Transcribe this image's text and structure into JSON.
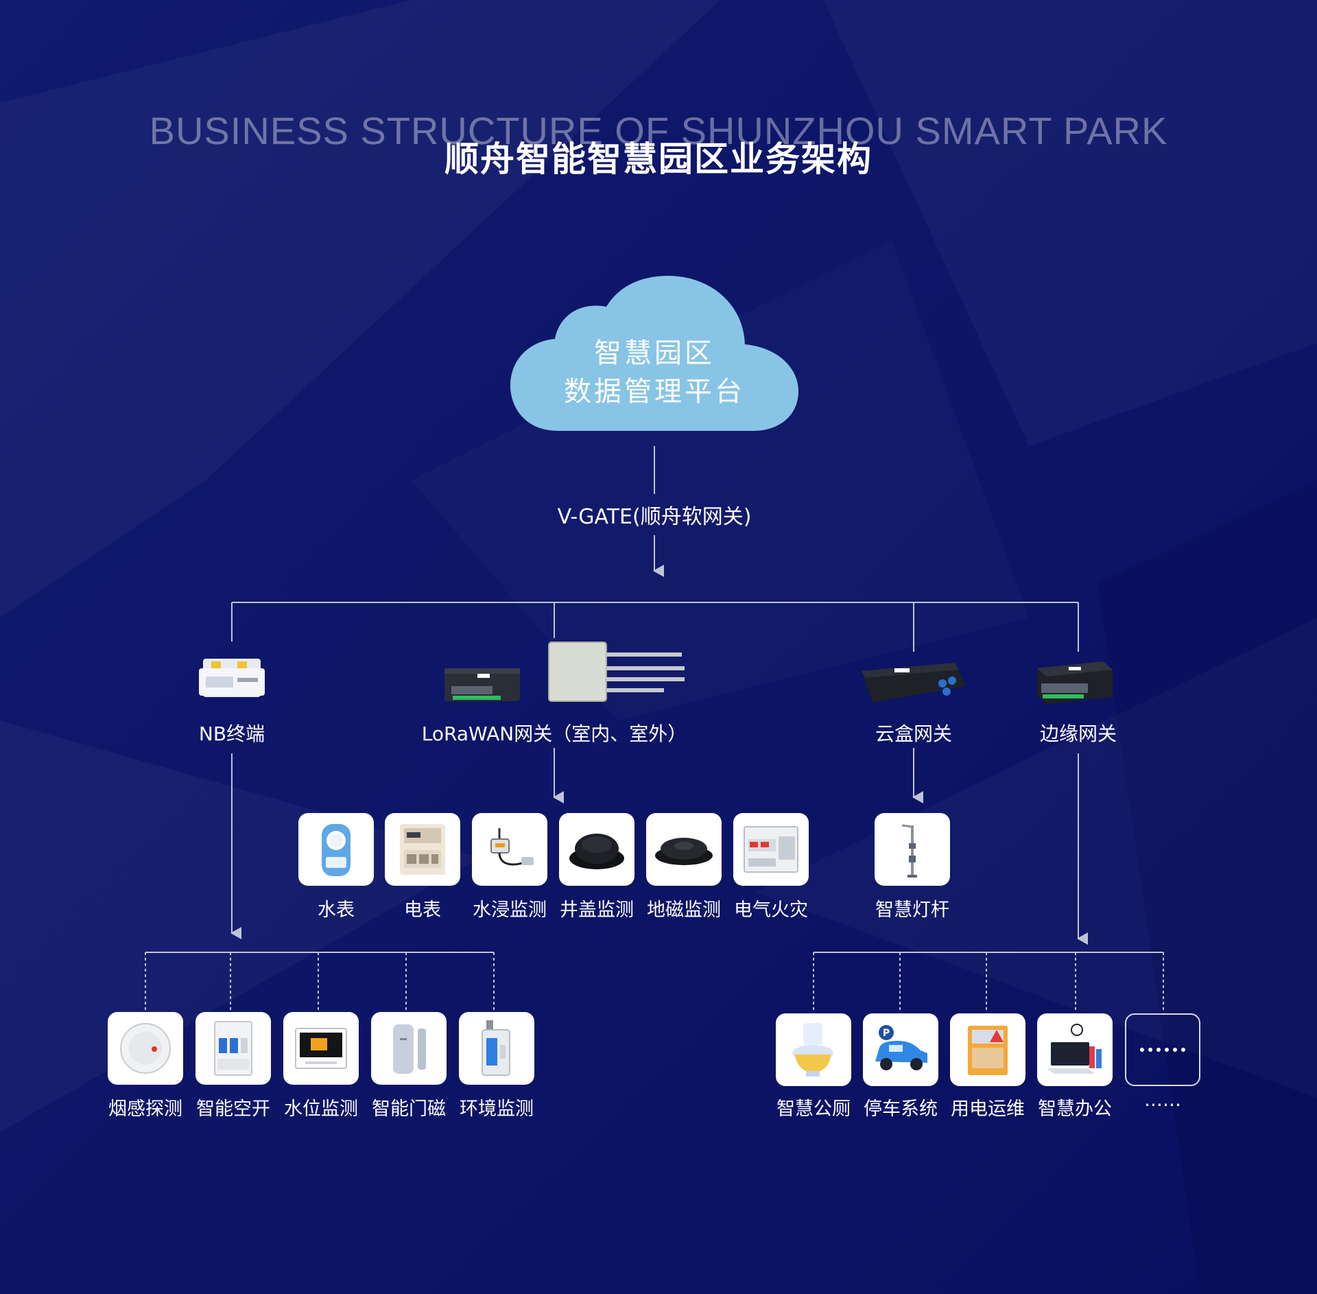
{
  "title_en": "BUSINESS STRUCTURE OF SHUNZHOU SMART PARK",
  "title_cn": "顺舟智能智慧园区业务架构",
  "cloud": {
    "line1": "智慧园区",
    "line2": "数据管理平台",
    "color": "#88c4e6"
  },
  "vgate_label": "V-GATE(顺舟软网关)",
  "gateways": [
    {
      "label": "NB终端",
      "icon": "nb-terminal-icon"
    },
    {
      "label": "LoRaWAN网关（室内、室外）",
      "icon": "lorawan-gateway-icon"
    },
    {
      "label": "云盒网关",
      "icon": "cloud-box-icon"
    },
    {
      "label": "边缘网关",
      "icon": "edge-gateway-icon"
    }
  ],
  "lora_devices": [
    {
      "label": "水表",
      "icon": "water-meter-icon"
    },
    {
      "label": "电表",
      "icon": "electric-meter-icon"
    },
    {
      "label": "水浸监测",
      "icon": "water-leak-sensor-icon"
    },
    {
      "label": "井盖监测",
      "icon": "manhole-sensor-icon"
    },
    {
      "label": "地磁监测",
      "icon": "geomagnetic-sensor-icon"
    },
    {
      "label": "电气火灾",
      "icon": "electrical-fire-icon"
    }
  ],
  "cloud_box_devices": [
    {
      "label": "智慧灯杆",
      "icon": "smart-pole-icon"
    }
  ],
  "nb_devices": [
    {
      "label": "烟感探测",
      "icon": "smoke-detector-icon"
    },
    {
      "label": "智能空开",
      "icon": "circuit-breaker-icon"
    },
    {
      "label": "水位监测",
      "icon": "water-level-icon"
    },
    {
      "label": "智能门磁",
      "icon": "door-sensor-icon"
    },
    {
      "label": "环境监测",
      "icon": "environment-sensor-icon"
    }
  ],
  "edge_devices": [
    {
      "label": "智慧公厕",
      "icon": "toilet-icon"
    },
    {
      "label": "停车系统",
      "icon": "parking-icon"
    },
    {
      "label": "用电运维",
      "icon": "power-maintenance-icon"
    },
    {
      "label": "智慧办公",
      "icon": "office-icon"
    },
    {
      "label": "……",
      "icon": "more-dots-icon"
    }
  ],
  "colors": {
    "background": "#0d1466",
    "line": "#c0c4d8",
    "card_border": "#ffffff"
  }
}
